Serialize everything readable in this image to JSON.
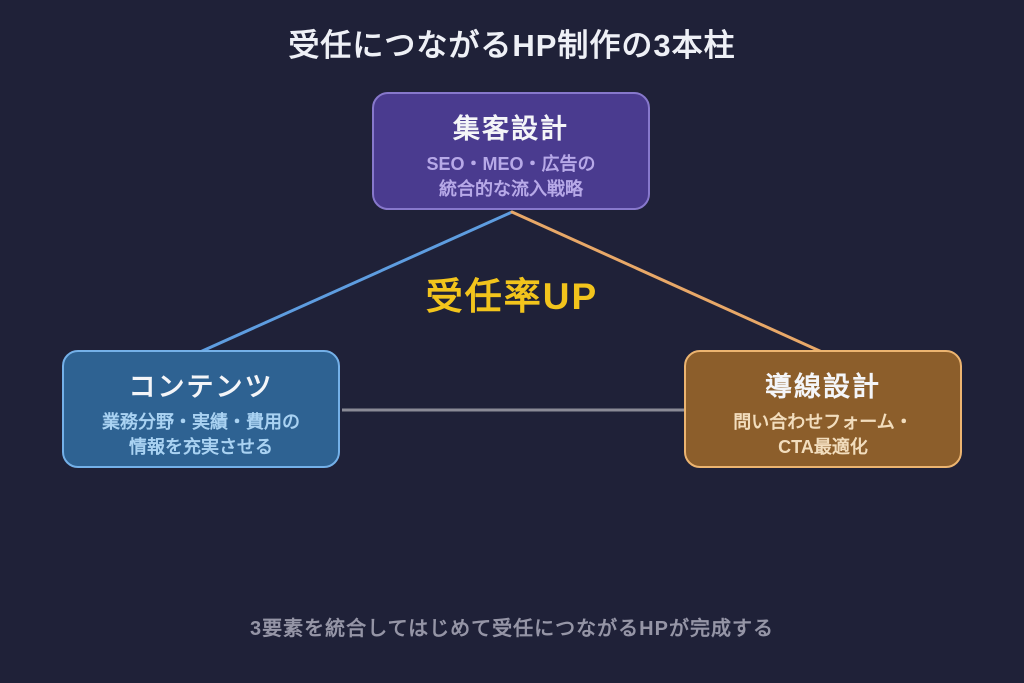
{
  "title": "受任につながるHP制作の3本柱",
  "center_label": "受任率UP",
  "caption": "3要素を統合してはじめて受任につながるHPが完成する",
  "nodes": {
    "top": {
      "title": "集客設計",
      "subtitle_line1": "SEO・MEO・広告の",
      "subtitle_line2": "統合的な流入戦略",
      "bg_color": "#4a3b8f",
      "border_color": "#8778cc",
      "subtitle_color": "#b7a9e8"
    },
    "left": {
      "title": "コンテンツ",
      "subtitle_line1": "業務分野・実績・費用の",
      "subtitle_line2": "情報を充実させる",
      "bg_color": "#2e6292",
      "border_color": "#74b0e8",
      "subtitle_color": "#a9d2f2"
    },
    "right": {
      "title": "導線設計",
      "subtitle_line1": "問い合わせフォーム・",
      "subtitle_line2": "CTA最適化",
      "bg_color": "#8c5e2b",
      "border_color": "#ecb470",
      "subtitle_color": "#f2ddbd"
    }
  },
  "connectors": {
    "top_to_left_color": "#5e9de0",
    "top_to_right_color": "#e8a868",
    "left_to_right_color": "#8a8a96"
  },
  "colors": {
    "background": "#1f2138",
    "title_text": "#eef0f6",
    "center_label_text": "#f2c41c",
    "caption_text": "#9595a6"
  }
}
